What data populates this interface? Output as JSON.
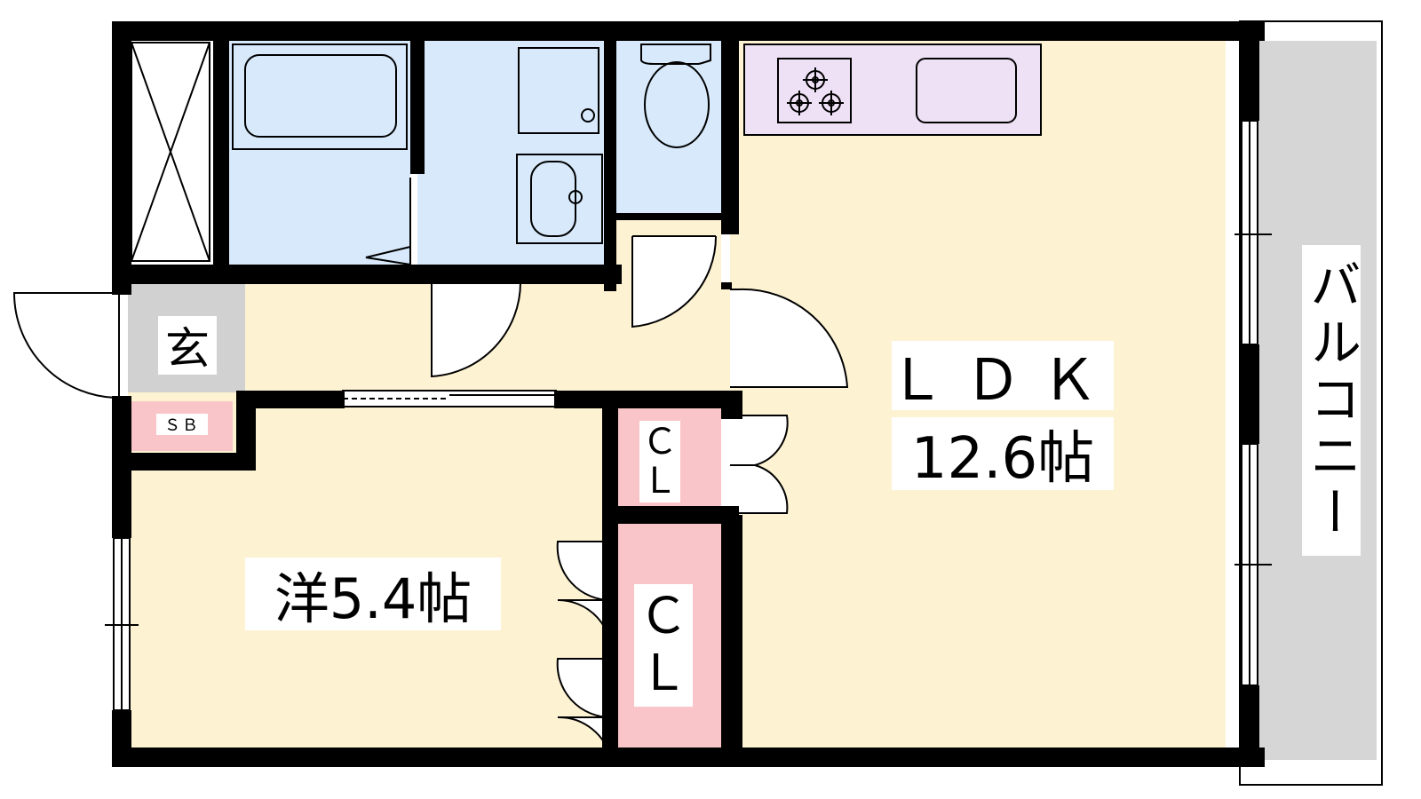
{
  "rooms": {
    "genkan": "玄",
    "shoe_box": "ＳＢ",
    "closet_small": [
      "Ｃ",
      "Ｌ"
    ],
    "closet_large": [
      "Ｃ",
      "Ｌ"
    ],
    "ldk_name": "ＬＤＫ",
    "ldk_size": "12.6帖",
    "western_room": "洋5.4帖",
    "balcony": "バルコニー"
  },
  "colors": {
    "wall": "#000000",
    "living_floor": "#fdf2d2",
    "wet_area": "#d7e9fb",
    "kitchen": "#eee0f5",
    "closet": "#f9c5c8",
    "entrance": "#d1d1d1",
    "balcony": "#d6d6d6"
  }
}
